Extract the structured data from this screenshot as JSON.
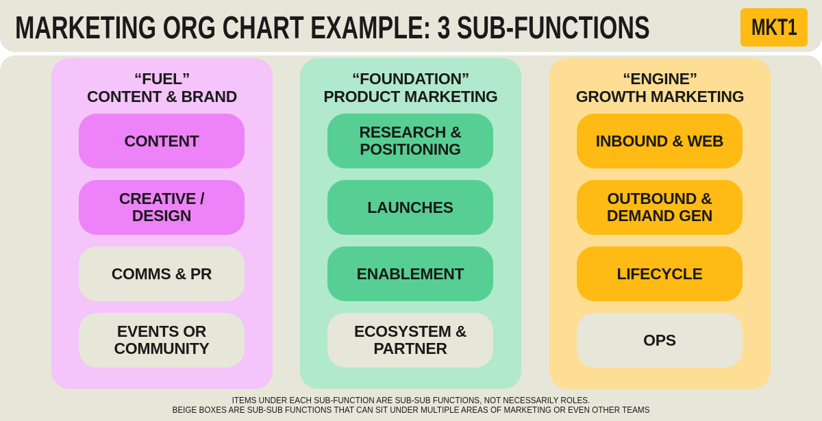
{
  "title": "MARKETING ORG CHART EXAMPLE: 3 SUB-FUNCTIONS",
  "logo": "MKT1",
  "colors": {
    "beige": "#e6e6d9",
    "fuel_bg": "#f4c4fb",
    "fuel_item": "#ee82f8",
    "foundation_bg": "#b0e9cb",
    "foundation_item": "#57cf94",
    "engine_bg": "#fdde94",
    "engine_item": "#ffba14"
  },
  "columns": [
    {
      "nickname": "“FUEL”",
      "name": "CONTENT & BRAND",
      "items": [
        {
          "label": "CONTENT",
          "beige": false
        },
        {
          "label": "CREATIVE /\nDESIGN",
          "beige": false
        },
        {
          "label": "COMMS & PR",
          "beige": true
        },
        {
          "label": "EVENTS OR\nCOMMUNITY",
          "beige": true
        }
      ]
    },
    {
      "nickname": "“FOUNDATION”",
      "name": "PRODUCT MARKETING",
      "items": [
        {
          "label": "RESEARCH &\nPOSITIONING",
          "beige": false
        },
        {
          "label": "LAUNCHES",
          "beige": false
        },
        {
          "label": "ENABLEMENT",
          "beige": false
        },
        {
          "label": "ECOSYSTEM &\nPARTNER",
          "beige": true
        }
      ]
    },
    {
      "nickname": "“ENGINE”",
      "name": "GROWTH MARKETING",
      "items": [
        {
          "label": "INBOUND & WEB",
          "beige": false
        },
        {
          "label": "OUTBOUND &\nDEMAND GEN",
          "beige": false
        },
        {
          "label": "LIFECYCLE",
          "beige": false
        },
        {
          "label": "OPS",
          "beige": true
        }
      ]
    }
  ],
  "notes": [
    "ITEMS UNDER EACH SUB-FUNCTION ARE SUB-SUB FUNCTIONS, NOT NECESSARILY ROLES.",
    "BEIGE BOXES ARE SUB-SUB FUNCTIONS THAT CAN SIT UNDER MULTIPLE AREAS OF MARKETING OR EVEN OTHER TEAMS"
  ]
}
